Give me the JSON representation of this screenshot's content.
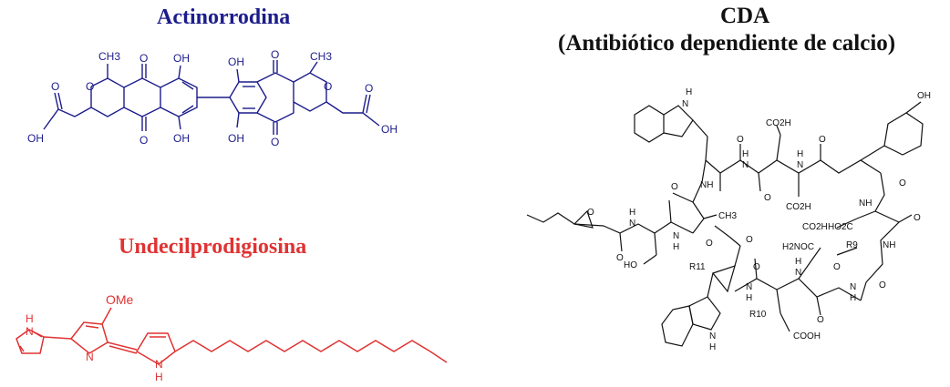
{
  "titles": {
    "actinorrodina": "Actinorrodina",
    "undecilprodigiosina": "Undecilprodigiosina",
    "cda_line1": "CDA",
    "cda_line2": "(Antibiótico dependiente de calcio)"
  },
  "colors": {
    "actinorrodina": "#1c1c8c",
    "undecilprodigiosina": "#e03232",
    "cda": "#111111"
  },
  "actinorrodina_labels": {
    "ch3_left": "CH3",
    "ch3_right": "CH3",
    "oh_top_1": "OH",
    "oh_top_2": "OH",
    "oh_bottom_1": "OH",
    "oh_bottom_2": "OH",
    "o_ring_left": "O",
    "o_ring_right": "O",
    "ketone_tl": "O",
    "ketone_bl": "O",
    "ketone_tr": "O",
    "ketone_br": "O",
    "acid_left_oh": "OH",
    "acid_left_o": "O",
    "acid_right_o": "O",
    "acid_right_oh": "OH"
  },
  "undecil_labels": {
    "ome": "OMe",
    "nh_left_h": "H",
    "nh_left_n": "N",
    "n_middle": "N",
    "nh_right_n": "N",
    "nh_right_h": "H"
  },
  "cda_labels": {
    "indole_top_h": "H",
    "indole_top_n": "N",
    "co2h_1": "CO2H",
    "oh_phenol": "OH",
    "nh_1": "NH",
    "o_1": "O",
    "n_1": "N",
    "h_1": "H",
    "o_2": "O",
    "n_2": "N",
    "h_2": "H",
    "o_3": "O",
    "co2h_2": "CO2H",
    "co2h_3": "CO2H",
    "nh_2": "NH",
    "o_4": "O",
    "o_5": "O",
    "o_6": "O",
    "ho_left": "HO",
    "o_epox": "O",
    "n_left": "N",
    "h_left": "H",
    "o_left": "O",
    "ch3": "CH3",
    "n_3": "N",
    "h_3": "H",
    "o_ester": "O",
    "o_7": "O",
    "h2noc": "H2NOC",
    "r9": "R9",
    "ho2c": "HO2C",
    "nh_3": "NH",
    "r11": "R11",
    "n_4": "N",
    "h_4": "H",
    "o_8": "O",
    "n_5": "N",
    "h_5": "H",
    "o_9": "O",
    "n_6": "N",
    "h_6": "H",
    "o_10": "O",
    "o_11": "O",
    "r10": "R10",
    "cooh": "COOH",
    "indole_bottom_n": "N",
    "indole_bottom_h": "H"
  }
}
